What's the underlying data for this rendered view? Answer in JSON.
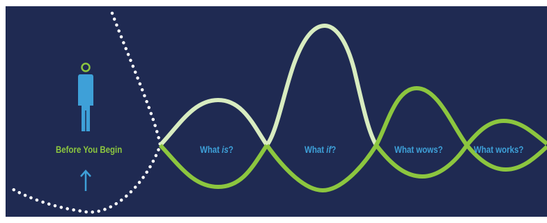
{
  "colors": {
    "background": "#1f2a52",
    "person_body": "#3ea0d8",
    "person_head": "#8cc63f",
    "lime": "#8cc63f",
    "light_green": "#d8ecc0",
    "label_blue": "#3ea0d8",
    "label_green": "#8cc63f",
    "dotted_line": "#ffffff"
  },
  "icons": {
    "person": "person-icon",
    "arrow": "up-arrow-icon"
  },
  "labels": {
    "before": "Before You Begin",
    "what_is_prefix": "What ",
    "what_is_em": "is",
    "what_is_suffix": "?",
    "what_if_prefix": "What ",
    "what_if_em": "if",
    "what_if_suffix": "?",
    "what_wows": "What wows?",
    "what_works": "What works?"
  }
}
